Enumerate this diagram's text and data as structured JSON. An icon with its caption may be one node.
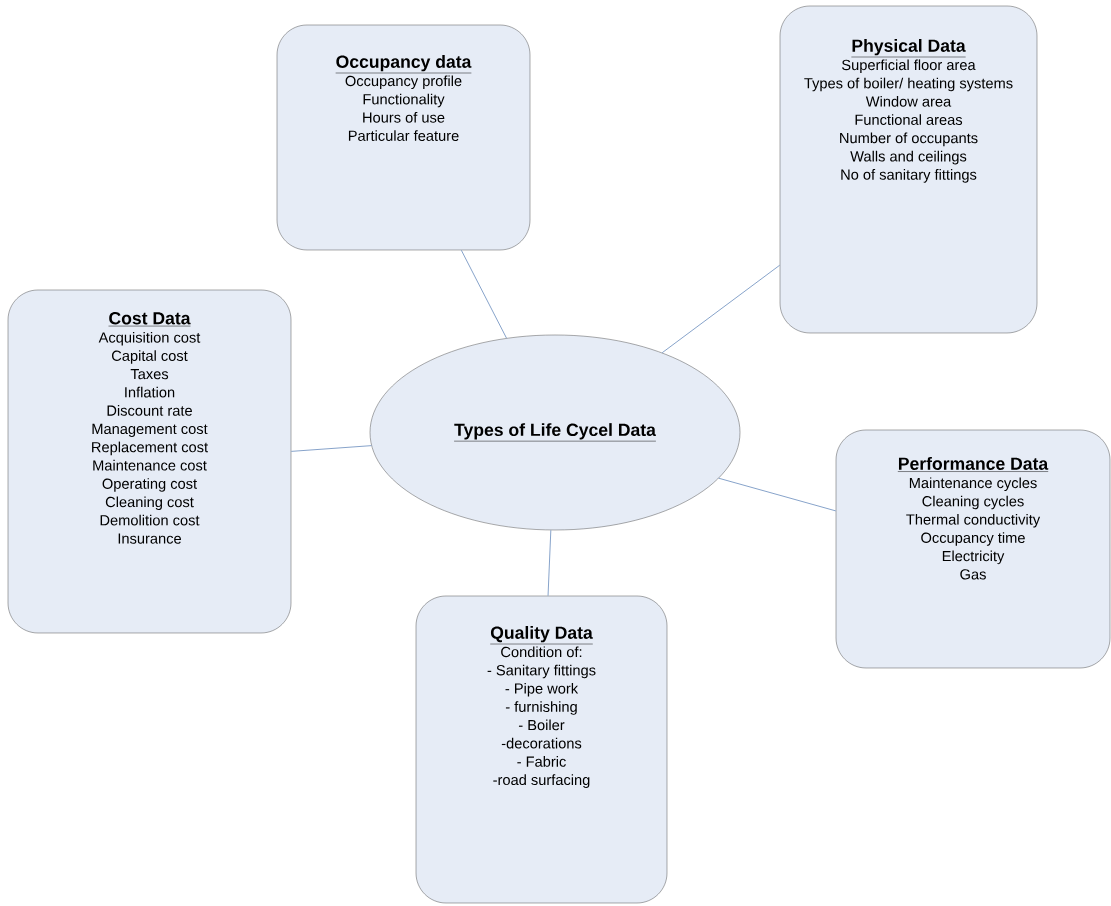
{
  "diagram": {
    "nodes": [
      {
        "text": [
          "Occupancy data",
          "Occupancy profile",
          "Functionality",
          "Hours of use",
          "Particular feature"
        ]
      },
      {
        "text": [
          "Physical Data",
          "Superficial floor area",
          "Types of boiler/ heating systems",
          "Window area",
          "Functional areas",
          "Number of occupants",
          "Walls and ceilings",
          "No of sanitary fittings"
        ]
      },
      {
        "text": [
          "Cost Data",
          "Acquisition cost",
          "Capital cost",
          "Taxes",
          "Inflation",
          "Discount rate",
          "Management cost",
          "Replacement cost",
          "Maintenance cost",
          "Operating cost",
          "Cleaning cost",
          "Demolition cost",
          "Insurance"
        ]
      },
      {
        "text": [
          "Types of Life Cycel Data"
        ]
      },
      {
        "text": [
          "Performance Data",
          "Maintenance cycles",
          "Cleaning cycles",
          "Thermal conductivity",
          "Occupancy time",
          "Electricity",
          "Gas"
        ]
      },
      {
        "text": [
          "Quality Data",
          "Condition of:",
          "- Sanitary fittings",
          "- Pipe work",
          "- furnishing",
          "- Boiler",
          "-decorations",
          "- Fabric",
          "-road surfacing"
        ]
      }
    ],
    "edges": [
      {
        "from": 3,
        "to": 0,
        "arrow": "none"
      },
      {
        "from": 3,
        "to": 1,
        "arrow": "none"
      },
      {
        "from": 3,
        "to": 2,
        "arrow": "none"
      },
      {
        "from": 3,
        "to": 4,
        "arrow": "none"
      },
      {
        "from": 3,
        "to": 5,
        "arrow": "none"
      }
    ]
  }
}
